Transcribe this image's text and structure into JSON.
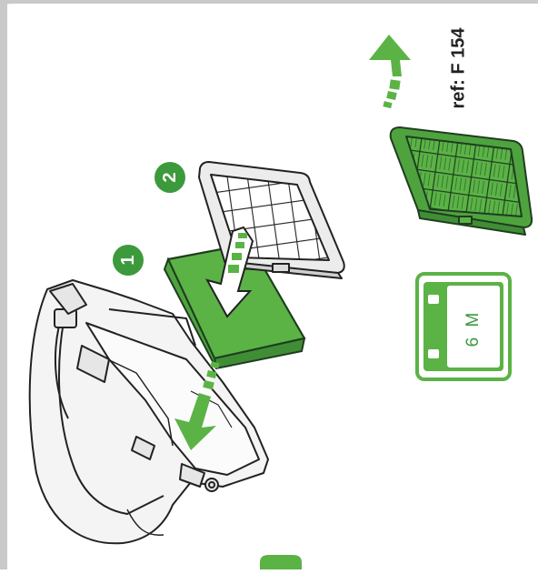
{
  "filter_ref": "ref: F 154",
  "replacement_interval": "6 M",
  "steps": [
    "1",
    "2"
  ],
  "colors": {
    "accent_green": "#5bb346",
    "dark_green": "#3c9a3c",
    "outline": "#222222",
    "frame_border": "#c9c9c9",
    "device_fill": "#f4f4f4",
    "filter_frame": "#ececec"
  },
  "icons": [
    "arrow-up-icon",
    "calendar-icon",
    "arrow-down-icon"
  ]
}
